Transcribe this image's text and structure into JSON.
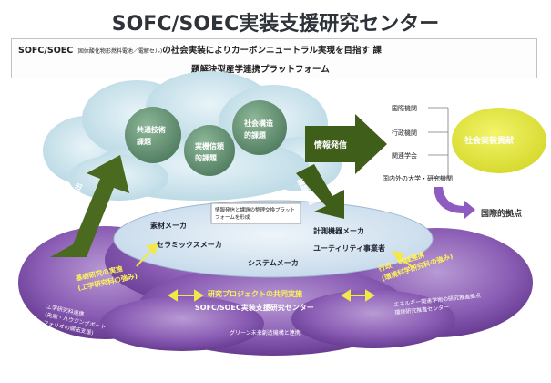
{
  "title": "SOFC/SOEC実装支援研究センター",
  "subtitle": {
    "prefix": "SOFC/SOEC",
    "small_note": "(固体酸化物形燃料電池／電解セル)",
    "line1_rest": "の社会実装によりカーボンニュートラル実現を目指す 課",
    "line2": "題解決型産学連携プラットフォーム"
  },
  "cloud_top": {
    "bubble_common": "共通技術\n課題",
    "bubble_practical": "実機信頼\n的課題",
    "bubble_social": "社会構造\n的課題"
  },
  "arrows": {
    "left_up": "課題抽出",
    "info_send": "情報発信",
    "down_share": "課題共有"
  },
  "goal_label": "社会実装貢献",
  "right_list": [
    "国際機関",
    "行政機関",
    "関連学会",
    "国内外の大学・研究機関"
  ],
  "international": "国際的拠点",
  "inner": {
    "platform_note": "情報発信と課題の整理交換プラットフォームを形成",
    "materials": "素材メーカ",
    "ceramics": "セラミックスメーカ",
    "measurement": "計測機器メーカ",
    "utility": "ユーティリティ事業者",
    "system": "システムメーカ"
  },
  "lower": {
    "left_yellow": "基礎研究の実施\n(工学研究科の強み)",
    "right_yellow": "行政・地域連携\n(環境科学研究科の強み)",
    "center_yellow": "研究プロジェクトの共同実施",
    "center_white": "SOFC/SOEC実装支援研究センター",
    "left_small": "工学研究科連携\n(先端・ハウジングボート\nフォリオの開拓支援)",
    "right_small": "エネルギー関連学術の研究推進拠点\n環境研究推進センター",
    "bottom_small": "グリーン未来創造機構と連携"
  },
  "colors": {
    "cloud_top": "#cfe6ee",
    "cloud_lower": "#7a4aa8",
    "arrow_green": "#4a6a1f",
    "bubble_green": "#5f8a6a",
    "goal_yellow": "#e4e640",
    "yellow_text": "#fff25a"
  }
}
